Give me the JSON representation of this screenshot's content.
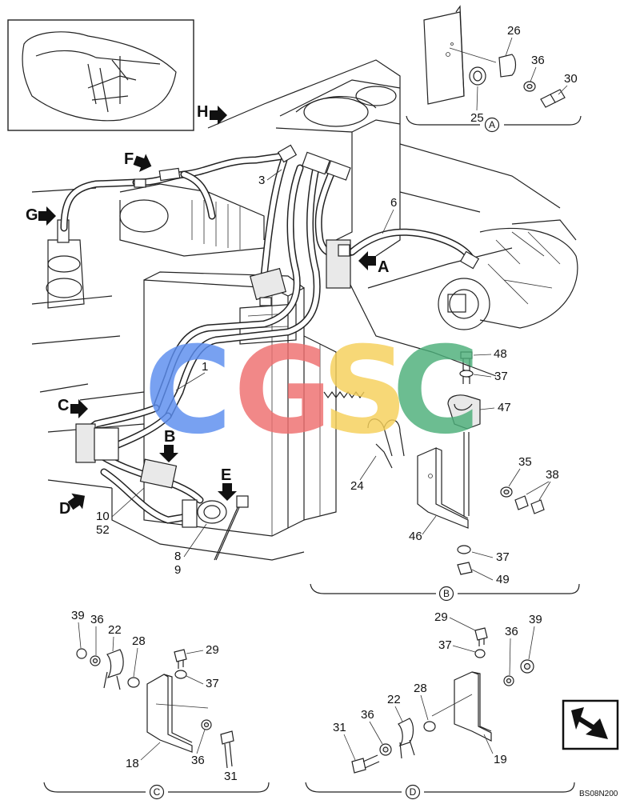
{
  "watermark": {
    "letters": [
      {
        "char": "C",
        "color": "#5b8def"
      },
      {
        "char": "G",
        "color": "#ef6f6f"
      },
      {
        "char": "S",
        "color": "#f6d05a"
      },
      {
        "char": "C",
        "color": "#4caf7a"
      }
    ]
  },
  "views": [
    {
      "id": "A",
      "letter": "A"
    },
    {
      "id": "B",
      "letter": "B"
    },
    {
      "id": "C",
      "letter": "C"
    },
    {
      "id": "D",
      "letter": "D"
    },
    {
      "id": "E",
      "letter": "E"
    },
    {
      "id": "F",
      "letter": "F"
    },
    {
      "id": "G",
      "letter": "G"
    },
    {
      "id": "H",
      "letter": "H"
    }
  ],
  "detail_titles": {
    "A": "A",
    "B": "B",
    "C": "C",
    "D": "D"
  },
  "labels": {
    "main": [
      "1",
      "3",
      "6",
      "8",
      "9",
      "10",
      "52"
    ],
    "detail_a": [
      "25",
      "26",
      "36",
      "30"
    ],
    "detail_b": [
      "48",
      "37",
      "47",
      "24",
      "35",
      "38",
      "46",
      "37",
      "49"
    ],
    "detail_c": [
      "39",
      "36",
      "22",
      "28",
      "29",
      "37",
      "18",
      "36",
      "31"
    ],
    "detail_d": [
      "29",
      "37",
      "39",
      "36",
      "28",
      "22",
      "36",
      "31",
      "19"
    ]
  },
  "drawing_code": "BS08N200"
}
